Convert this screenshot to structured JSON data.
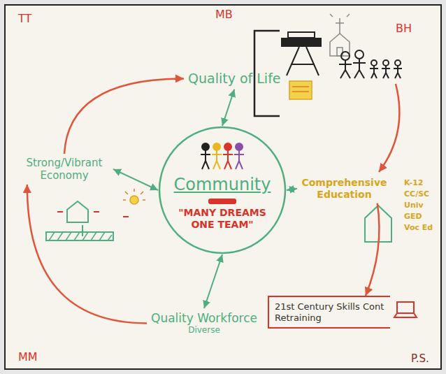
{
  "diagram": {
    "nodes": [
      {
        "text": [
          "Quality of Life"
        ]
      },
      {
        "text": [
          "Strong/Vibrant Economy"
        ]
      },
      {
        "text": [
          "Community",
          "\"MANY DREAMS ONE TEAM\""
        ]
      },
      {
        "text": [
          "Comprehensive Education"
        ]
      },
      {
        "text": [
          "Quality Workforce",
          "Diverse"
        ]
      },
      {
        "text": [
          "21st Century Skills Cont Retraining"
        ]
      }
    ],
    "edges": [
      {
        "from": 2,
        "to": 0,
        "arrow": "both"
      },
      {
        "from": 1,
        "to": 2,
        "arrow": "both"
      },
      {
        "from": 2,
        "to": 3,
        "arrow": "both"
      },
      {
        "from": 2,
        "to": 4,
        "arrow": "both"
      },
      {
        "from": 1,
        "to": 0,
        "arrow": "to"
      },
      {
        "from": 3,
        "to": 5,
        "arrow": "to"
      },
      {
        "from": 4,
        "to": 1,
        "arrow": "to"
      }
    ],
    "labels": [
      "TT",
      "MB",
      "BH",
      "MM",
      "P.S.",
      "K-12",
      "CC/SC",
      "Univ",
      "GED",
      "Voc Ed"
    ]
  }
}
